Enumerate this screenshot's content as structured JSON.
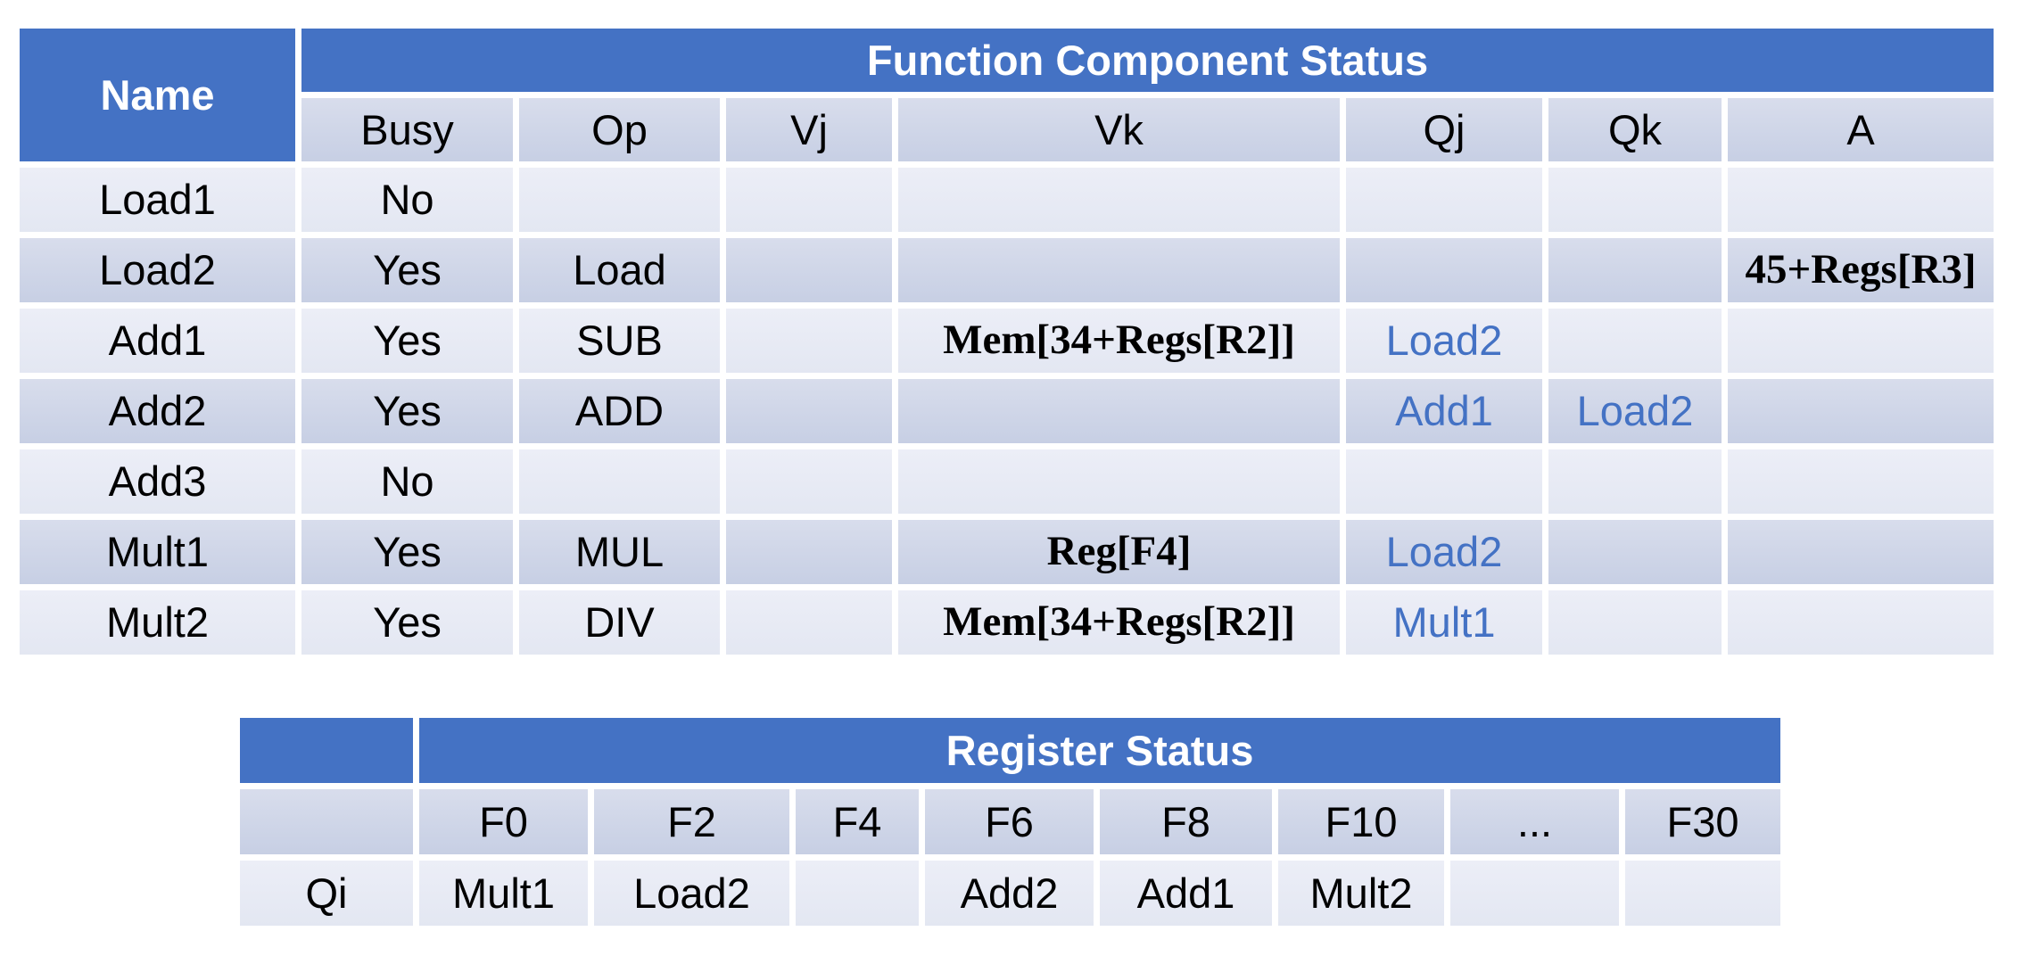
{
  "colors": {
    "header_blue": "#4472C4",
    "band_dark_top": "#D8DDEC",
    "band_dark_bottom": "#C7CFE4",
    "band_light_top": "#ECEEF7",
    "band_light_bottom": "#E3E7F2",
    "reference_text_blue": "#4472C4",
    "header_text": "#FFFFFF",
    "body_text": "#000000",
    "grid_gap": "#FFFFFF"
  },
  "function_table": {
    "title": "Function Component Status",
    "name_header": "Name",
    "columns": [
      "Busy",
      "Op",
      "Vj",
      "Vk",
      "Qj",
      "Qk",
      "A"
    ],
    "rows": [
      {
        "name": "Load1",
        "busy": "No",
        "op": "",
        "vj": "",
        "vk": "",
        "qj": "",
        "qk": "",
        "a": ""
      },
      {
        "name": "Load2",
        "busy": "Yes",
        "op": "Load",
        "vj": "",
        "vk": "",
        "qj": "",
        "qk": "",
        "a": "45+Regs[R3]"
      },
      {
        "name": "Add1",
        "busy": "Yes",
        "op": "SUB",
        "vj": "",
        "vk": "Mem[34+Regs[R2]]",
        "qj": "Load2",
        "qk": "",
        "a": ""
      },
      {
        "name": "Add2",
        "busy": "Yes",
        "op": "ADD",
        "vj": "",
        "vk": "",
        "qj": "Add1",
        "qk": "Load2",
        "a": ""
      },
      {
        "name": "Add3",
        "busy": "No",
        "op": "",
        "vj": "",
        "vk": "",
        "qj": "",
        "qk": "",
        "a": ""
      },
      {
        "name": "Mult1",
        "busy": "Yes",
        "op": "MUL",
        "vj": "",
        "vk": "Reg[F4]",
        "qj": "Load2",
        "qk": "",
        "a": ""
      },
      {
        "name": "Mult2",
        "busy": "Yes",
        "op": "DIV",
        "vj": "",
        "vk": "Mem[34+Regs[R2]]",
        "qj": "Mult1",
        "qk": "",
        "a": ""
      }
    ]
  },
  "register_table": {
    "title": "Register Status",
    "corner_label": "",
    "row_label": "Qi",
    "columns": [
      "F0",
      "F2",
      "F4",
      "F6",
      "F8",
      "F10",
      "...",
      "F30"
    ],
    "values": [
      "Mult1",
      "Load2",
      "",
      "Add2",
      "Add1",
      "Mult2",
      "",
      ""
    ]
  }
}
